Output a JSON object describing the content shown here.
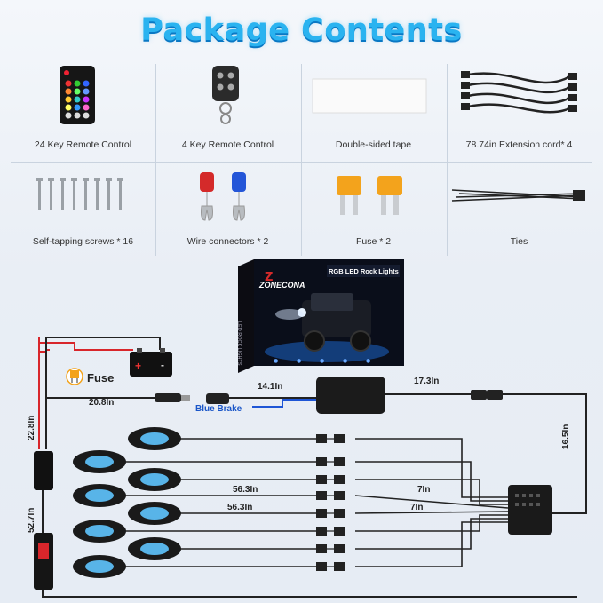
{
  "header": {
    "title": "Package Contents"
  },
  "items": [
    {
      "label": "24 Key Remote Control",
      "icon": "ir-remote-icon"
    },
    {
      "label": "4 Key Remote Control",
      "icon": "keyfob-remote-icon"
    },
    {
      "label": "Double-sided tape",
      "icon": "tape-icon"
    },
    {
      "label": "78.74in Extension cord* 4",
      "icon": "extension-cord-icon"
    },
    {
      "label": "Self-tapping screws * 16",
      "icon": "screws-icon"
    },
    {
      "label": "Wire connectors * 2",
      "icon": "wire-connector-icon"
    },
    {
      "label": "Fuse * 2",
      "icon": "fuse-icon"
    },
    {
      "label": "Ties",
      "icon": "cable-tie-icon"
    }
  ],
  "product_box": {
    "brand": "ZONECONA",
    "product_name": "RGB LED Rock Lights",
    "side_text": "LED ROCK LIGHTS"
  },
  "wiring": {
    "fuse_label": "Fuse",
    "battery_plus": "+",
    "battery_minus": "-",
    "brake_label": "Blue Brake",
    "lengths": {
      "l_20_8": "20.8In",
      "l_14_1": "14.1In",
      "l_17_3": "17.3In",
      "l_22_8": "22.8In",
      "l_16_5": "16.5In",
      "l_52_7": "52.7In",
      "l_56_3a": "56.3In",
      "l_56_3b": "56.3In",
      "l_7a": "7In",
      "l_7b": "7In"
    }
  },
  "colors": {
    "title": "#2ab3f0",
    "wire_red": "#d8262b",
    "wire_black": "#222222",
    "wire_blue": "#1f56d6",
    "fuse_orange": "#f3a31c",
    "led_blue": "#5fc5ff"
  }
}
